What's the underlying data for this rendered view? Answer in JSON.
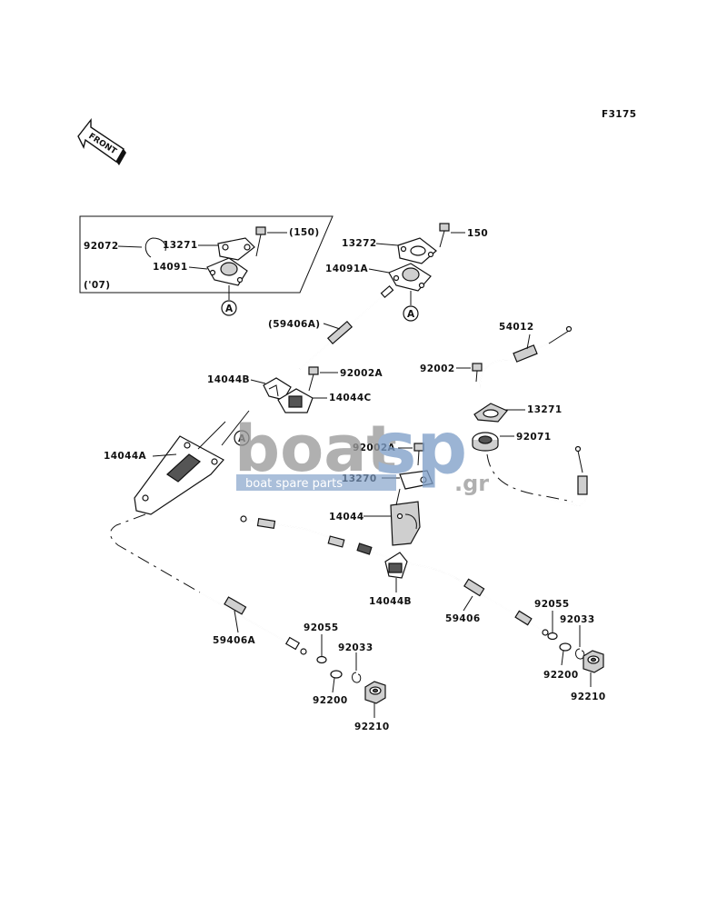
{
  "figure_code": "F3175",
  "front_label": "FRONT",
  "inset_label": "('07)",
  "ref_marker": "A",
  "watermark": {
    "brand_a": "boat",
    "brand_b": "sp",
    "domain": ".gr",
    "tagline": "boat spare parts",
    "color_grey": "#9a9a9a",
    "color_blue": "#7f9fc8"
  },
  "labels": {
    "p92072": "92072",
    "p13271_inset": "13271",
    "p150_inset": "(150)",
    "p14091": "14091",
    "p13272": "13272",
    "p150": "150",
    "p14091A": "14091A",
    "p59406A_paren": "(59406A)",
    "p14044B_top": "14044B",
    "p92002A_top": "92002A",
    "p14044C": "14044C",
    "p14044A": "14044A",
    "p54012": "54012",
    "p92002": "92002",
    "p13271": "13271",
    "p92071": "92071",
    "p92002A_mid": "92002A",
    "p13270": "13270",
    "p14044": "14044",
    "p14044B_bot": "14044B",
    "p59406": "59406",
    "p59406A": "59406A",
    "p92055_l": "92055",
    "p92033_l": "92033",
    "p92200_l": "92200",
    "p92210_l": "92210",
    "p92055_r": "92055",
    "p92033_r": "92033",
    "p92200_r": "92200",
    "p92210_r": "92210"
  }
}
